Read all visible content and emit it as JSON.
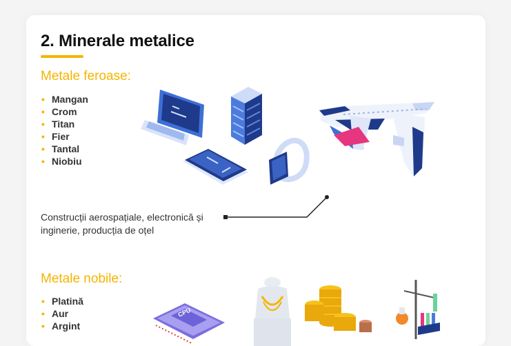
{
  "heading": "2. Minerale metalice",
  "ferrous": {
    "title": "Metale feroase:",
    "items": [
      "Mangan",
      "Crom",
      "Titan",
      "Fier",
      "Tantal",
      "Niobiu"
    ],
    "caption": "Construcții aerospațiale, electronică și inginerie, producția de oțel"
  },
  "noble": {
    "title": "Metale nobile:",
    "items": [
      "Platină",
      "Aur",
      "Argint"
    ],
    "cpu_label": "CPU"
  },
  "colors": {
    "accent": "#f5b400",
    "navy": "#1f3a8a",
    "blue": "#4c7bdc",
    "pink": "#e6367f"
  }
}
